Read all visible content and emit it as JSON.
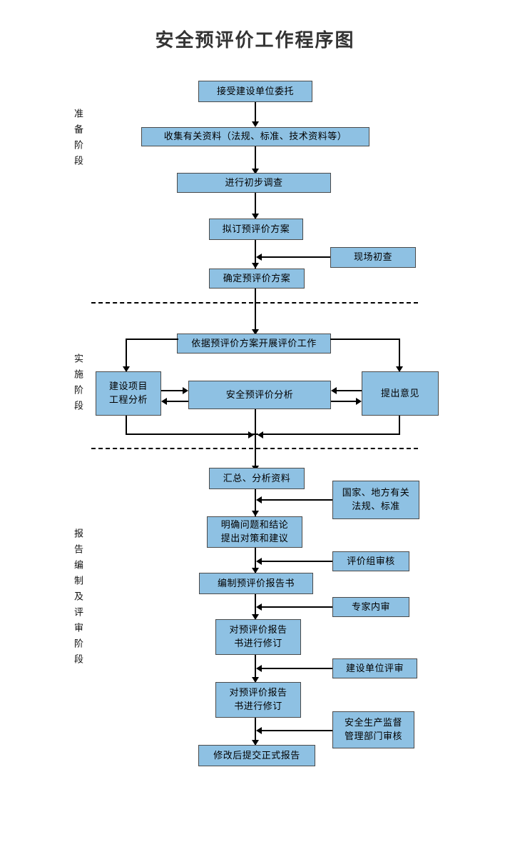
{
  "title": "安全预评价工作程序图",
  "colors": {
    "box_fill": "#8ec1e3",
    "box_border": "#4a4a4a",
    "line": "#000000",
    "title_text": "#333333"
  },
  "stages": [
    {
      "id": "preparation",
      "label": "准备阶段"
    },
    {
      "id": "implementation",
      "label": "实施阶段"
    },
    {
      "id": "report",
      "label": "报告编制及评审阶段"
    }
  ],
  "nodes": {
    "accept_commission": {
      "line1": "接受建设单位委托"
    },
    "collect_materials": {
      "line1": "收集有关资料（法规、标准、技术资料等）"
    },
    "preliminary_survey": {
      "line1": "进行初步调查"
    },
    "draft_plan": {
      "line1": "拟订预评价方案"
    },
    "site_inspection": {
      "line1": "现场初查"
    },
    "confirm_plan": {
      "line1": "确定预评价方案"
    },
    "carry_out_work": {
      "line1": "依据预评价方案开展评价工作"
    },
    "project_engineering": {
      "line1": "建设项目",
      "line2": "工程分析"
    },
    "safety_analysis": {
      "line1": "安全预评价分析"
    },
    "raise_opinions": {
      "line1": "提出意见"
    },
    "summarize_analyze": {
      "line1": "汇总、分析资料"
    },
    "national_local_regs": {
      "line1": "国家、地方有关",
      "line2": "法规、标准"
    },
    "clarify_conclusions": {
      "line1": "明确问题和结论",
      "line2": "提出对策和建议"
    },
    "group_review": {
      "line1": "评价组审核"
    },
    "compile_report": {
      "line1": "编制预评价报告书"
    },
    "expert_review": {
      "line1": "专家内审"
    },
    "revise_report_1": {
      "line1": "对预评价报告",
      "line2": "书进行修订"
    },
    "owner_review": {
      "line1": "建设单位评审"
    },
    "revise_report_2": {
      "line1": "对预评价报告",
      "line2": "书进行修订"
    },
    "supervision_review": {
      "line1": "安全生产监督",
      "line2": "管理部门审核"
    },
    "submit_final": {
      "line1": "修改后提交正式报告"
    }
  }
}
